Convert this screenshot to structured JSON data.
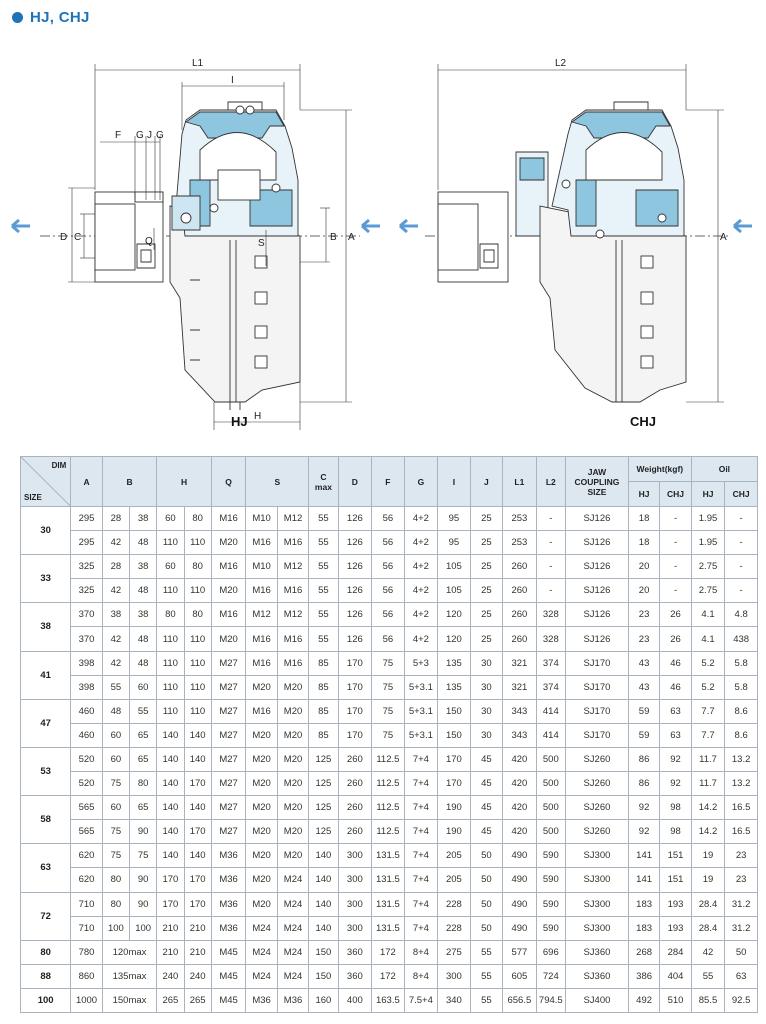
{
  "heading": "HJ, CHJ",
  "captions": {
    "left": "HJ",
    "right": "CHJ"
  },
  "dims_left": {
    "L1": "L1",
    "I": "I",
    "F": "F",
    "G": "G",
    "J": "J",
    "G2": "G",
    "D": "D",
    "C": "C",
    "Q": "Q",
    "S": "S",
    "B": "B",
    "A": "A",
    "H": "H"
  },
  "dims_right": {
    "L2": "L2",
    "A": "A"
  },
  "header": {
    "dim": "DIM",
    "size": "SIZE",
    "A": "A",
    "B": "B",
    "H": "H",
    "Q": "Q",
    "S": "S",
    "C": "C",
    "Cmax": "max",
    "D": "D",
    "F": "F",
    "G": "G",
    "I": "I",
    "J": "J",
    "L1": "L1",
    "L2": "L2",
    "jaw": [
      "JAW",
      "COUPLING",
      "SIZE"
    ],
    "weight": "Weight(kgf)",
    "oil": "Oil",
    "HJ": "HJ",
    "CHJ": "CHJ"
  },
  "rows": [
    {
      "size": "30",
      "span": 2,
      "v": [
        "295",
        "28",
        "38",
        "60",
        "80",
        "M16",
        "M10",
        "M12",
        "55",
        "126",
        "56",
        "4+2",
        "95",
        "25",
        "253",
        "-",
        "SJ126",
        "18",
        "-",
        "1.95",
        "-"
      ]
    },
    {
      "v": [
        "295",
        "42",
        "48",
        "110",
        "110",
        "M20",
        "M16",
        "M16",
        "55",
        "126",
        "56",
        "4+2",
        "95",
        "25",
        "253",
        "-",
        "SJ126",
        "18",
        "-",
        "1.95",
        "-"
      ]
    },
    {
      "size": "33",
      "span": 2,
      "v": [
        "325",
        "28",
        "38",
        "60",
        "80",
        "M16",
        "M10",
        "M12",
        "55",
        "126",
        "56",
        "4+2",
        "105",
        "25",
        "260",
        "-",
        "SJ126",
        "20",
        "-",
        "2.75",
        "-"
      ]
    },
    {
      "v": [
        "325",
        "42",
        "48",
        "110",
        "110",
        "M20",
        "M16",
        "M16",
        "55",
        "126",
        "56",
        "4+2",
        "105",
        "25",
        "260",
        "-",
        "SJ126",
        "20",
        "-",
        "2.75",
        "-"
      ]
    },
    {
      "size": "38",
      "span": 2,
      "v": [
        "370",
        "38",
        "38",
        "80",
        "80",
        "M16",
        "M12",
        "M12",
        "55",
        "126",
        "56",
        "4+2",
        "120",
        "25",
        "260",
        "328",
        "SJ126",
        "23",
        "26",
        "4.1",
        "4.8"
      ]
    },
    {
      "v": [
        "370",
        "42",
        "48",
        "110",
        "110",
        "M20",
        "M16",
        "M16",
        "55",
        "126",
        "56",
        "4+2",
        "120",
        "25",
        "260",
        "328",
        "SJ126",
        "23",
        "26",
        "4.1",
        "438"
      ]
    },
    {
      "size": "41",
      "span": 2,
      "v": [
        "398",
        "42",
        "48",
        "110",
        "110",
        "M27",
        "M16",
        "M16",
        "85",
        "170",
        "75",
        "5+3",
        "135",
        "30",
        "321",
        "374",
        "SJ170",
        "43",
        "46",
        "5.2",
        "5.8"
      ]
    },
    {
      "v": [
        "398",
        "55",
        "60",
        "110",
        "110",
        "M27",
        "M20",
        "M20",
        "85",
        "170",
        "75",
        "5+3.1",
        "135",
        "30",
        "321",
        "374",
        "SJ170",
        "43",
        "46",
        "5.2",
        "5.8"
      ]
    },
    {
      "size": "47",
      "span": 2,
      "v": [
        "460",
        "48",
        "55",
        "110",
        "110",
        "M27",
        "M16",
        "M20",
        "85",
        "170",
        "75",
        "5+3.1",
        "150",
        "30",
        "343",
        "414",
        "SJ170",
        "59",
        "63",
        "7.7",
        "8.6"
      ]
    },
    {
      "v": [
        "460",
        "60",
        "65",
        "140",
        "140",
        "M27",
        "M20",
        "M20",
        "85",
        "170",
        "75",
        "5+3.1",
        "150",
        "30",
        "343",
        "414",
        "SJ170",
        "59",
        "63",
        "7.7",
        "8.6"
      ]
    },
    {
      "size": "53",
      "span": 2,
      "v": [
        "520",
        "60",
        "65",
        "140",
        "140",
        "M27",
        "M20",
        "M20",
        "125",
        "260",
        "112.5",
        "7+4",
        "170",
        "45",
        "420",
        "500",
        "SJ260",
        "86",
        "92",
        "11.7",
        "13.2"
      ]
    },
    {
      "v": [
        "520",
        "75",
        "80",
        "140",
        "170",
        "M27",
        "M20",
        "M20",
        "125",
        "260",
        "112.5",
        "7+4",
        "170",
        "45",
        "420",
        "500",
        "SJ260",
        "86",
        "92",
        "11.7",
        "13.2"
      ]
    },
    {
      "size": "58",
      "span": 2,
      "v": [
        "565",
        "60",
        "65",
        "140",
        "140",
        "M27",
        "M20",
        "M20",
        "125",
        "260",
        "112.5",
        "7+4",
        "190",
        "45",
        "420",
        "500",
        "SJ260",
        "92",
        "98",
        "14.2",
        "16.5"
      ]
    },
    {
      "v": [
        "565",
        "75",
        "90",
        "140",
        "170",
        "M27",
        "M20",
        "M20",
        "125",
        "260",
        "112.5",
        "7+4",
        "190",
        "45",
        "420",
        "500",
        "SJ260",
        "92",
        "98",
        "14.2",
        "16.5"
      ]
    },
    {
      "size": "63",
      "span": 2,
      "v": [
        "620",
        "75",
        "75",
        "140",
        "140",
        "M36",
        "M20",
        "M20",
        "140",
        "300",
        "131.5",
        "7+4",
        "205",
        "50",
        "490",
        "590",
        "SJ300",
        "141",
        "151",
        "19",
        "23"
      ]
    },
    {
      "v": [
        "620",
        "80",
        "90",
        "170",
        "170",
        "M36",
        "M20",
        "M24",
        "140",
        "300",
        "131.5",
        "7+4",
        "205",
        "50",
        "490",
        "590",
        "SJ300",
        "141",
        "151",
        "19",
        "23"
      ]
    },
    {
      "size": "72",
      "span": 2,
      "v": [
        "710",
        "80",
        "90",
        "170",
        "170",
        "M36",
        "M20",
        "M24",
        "140",
        "300",
        "131.5",
        "7+4",
        "228",
        "50",
        "490",
        "590",
        "SJ300",
        "183",
        "193",
        "28.4",
        "31.2"
      ]
    },
    {
      "v": [
        "710",
        "100",
        "100",
        "210",
        "210",
        "M36",
        "M24",
        "M24",
        "140",
        "300",
        "131.5",
        "7+4",
        "228",
        "50",
        "490",
        "590",
        "SJ300",
        "183",
        "193",
        "28.4",
        "31.2"
      ]
    },
    {
      "size": "80",
      "span": 1,
      "merged": true,
      "v": [
        "780",
        "120max",
        "210",
        "210",
        "M45",
        "M24",
        "M24",
        "150",
        "360",
        "172",
        "8+4",
        "275",
        "55",
        "577",
        "696",
        "SJ360",
        "268",
        "284",
        "42",
        "50"
      ]
    },
    {
      "size": "88",
      "span": 1,
      "merged": true,
      "v": [
        "860",
        "135max",
        "240",
        "240",
        "M45",
        "M24",
        "M24",
        "150",
        "360",
        "172",
        "8+4",
        "300",
        "55",
        "605",
        "724",
        "SJ360",
        "386",
        "404",
        "55",
        "63"
      ]
    },
    {
      "size": "100",
      "span": 1,
      "merged": true,
      "v": [
        "1000",
        "150max",
        "265",
        "265",
        "M45",
        "M36",
        "M36",
        "160",
        "400",
        "163.5",
        "7.5+4",
        "340",
        "55",
        "656.5",
        "794.5",
        "SJ400",
        "492",
        "510",
        "85.5",
        "92.5"
      ]
    }
  ]
}
